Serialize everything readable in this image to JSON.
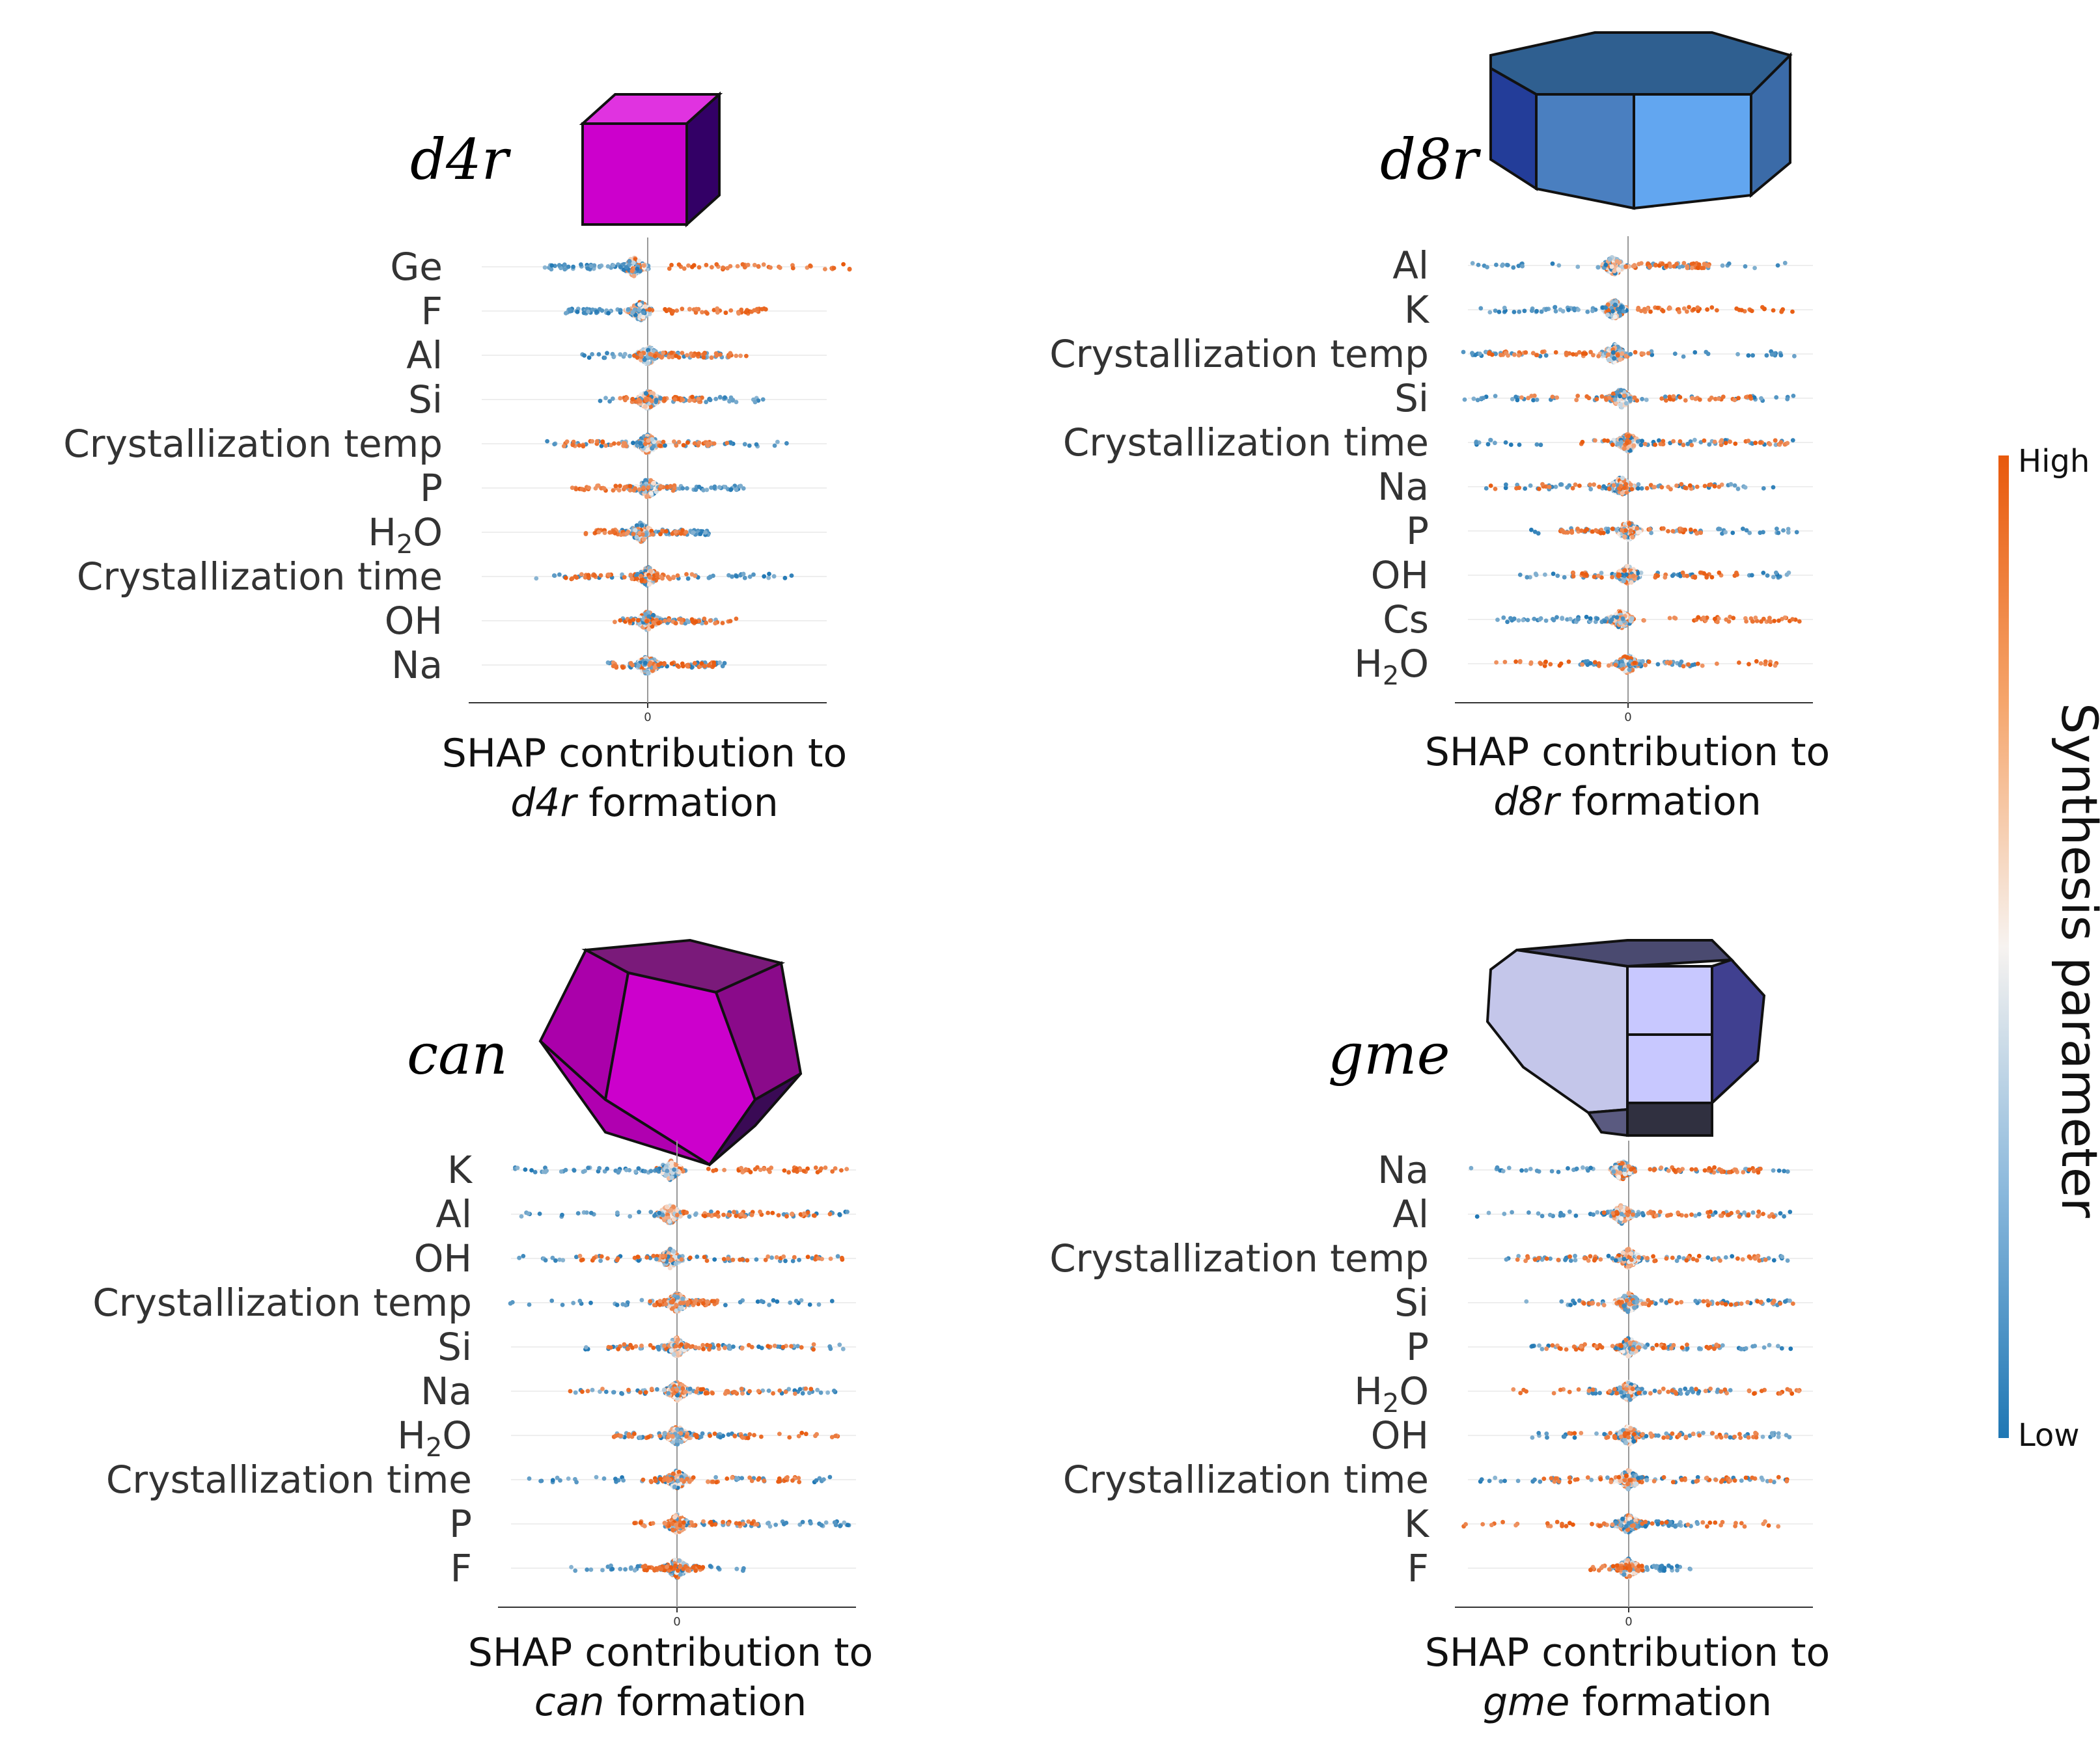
{
  "colorbar": {
    "title": "Synthesis parameter",
    "high_label": "High",
    "low_label": "Low",
    "high_color": "#e8590c",
    "mid_color": "#f7f3f0",
    "low_color": "#1f77b4"
  },
  "chart_data": [
    {
      "type": "scatter",
      "motif": "d4r",
      "shape_icon": "cube-icon",
      "shape_color": "#cc00cc",
      "xlabel_prefix": "SHAP contribution to",
      "xlabel_motif": "d4r",
      "xlabel_suffix": "formation",
      "x_ticks": [
        "0"
      ],
      "features": [
        {
          "name": "Ge",
          "low_range": [
            -1.5,
            0.0
          ],
          "high_range": [
            0.3,
            3.0
          ],
          "center": -0.2
        },
        {
          "name": "F",
          "low_range": [
            -1.2,
            0.0
          ],
          "high_range": [
            0.2,
            1.8
          ],
          "center": -0.1
        },
        {
          "name": "Al",
          "low_range": [
            -1.0,
            1.2
          ],
          "high_range": [
            -0.2,
            1.5
          ],
          "center": 0.0
        },
        {
          "name": "Si",
          "low_range": [
            -0.8,
            1.8
          ],
          "high_range": [
            -0.4,
            0.8
          ],
          "center": 0.0
        },
        {
          "name": "Crystallization temp",
          "low_range": [
            -1.6,
            2.2
          ],
          "high_range": [
            -1.3,
            1.2
          ],
          "center": 0.0
        },
        {
          "name": "P",
          "low_range": [
            -0.3,
            1.5
          ],
          "high_range": [
            -1.1,
            0.4
          ],
          "center": 0.0
        },
        {
          "name": "H2O",
          "low_range": [
            -0.4,
            0.9
          ],
          "high_range": [
            -0.9,
            0.6
          ],
          "center": -0.1
        },
        {
          "name": "Crystallization time",
          "low_range": [
            -1.8,
            2.1
          ],
          "high_range": [
            -1.2,
            0.7
          ],
          "center": 0.0
        },
        {
          "name": "OH",
          "low_range": [
            -0.4,
            1.0
          ],
          "high_range": [
            -0.5,
            1.3
          ],
          "center": 0.0
        },
        {
          "name": "Na",
          "low_range": [
            -0.6,
            1.2
          ],
          "high_range": [
            -0.6,
            1.0
          ],
          "center": 0.0
        }
      ]
    },
    {
      "type": "scatter",
      "motif": "d8r",
      "shape_icon": "octagonal-prism-icon",
      "shape_color": "#3d72b4",
      "xlabel_prefix": "SHAP contribution to",
      "xlabel_motif": "d8r",
      "xlabel_suffix": "formation",
      "x_ticks": [
        "0"
      ],
      "features": [
        {
          "name": "Al",
          "low_range": [
            -2.4,
            2.5
          ],
          "high_range": [
            -0.1,
            1.2
          ],
          "center": -0.2
        },
        {
          "name": "K",
          "low_range": [
            -2.2,
            0.0
          ],
          "high_range": [
            0.1,
            2.5
          ],
          "center": -0.2
        },
        {
          "name": "Crystallization temp",
          "low_range": [
            -2.4,
            2.5
          ],
          "high_range": [
            -2.1,
            0.3
          ],
          "center": -0.2
        },
        {
          "name": "Si",
          "low_range": [
            -2.4,
            2.5
          ],
          "high_range": [
            -1.6,
            1.8
          ],
          "center": -0.1
        },
        {
          "name": "Crystallization time",
          "low_range": [
            -2.4,
            2.5
          ],
          "high_range": [
            -0.8,
            2.5
          ],
          "center": 0.0
        },
        {
          "name": "Na",
          "low_range": [
            -2.3,
            2.4
          ],
          "high_range": [
            -2.0,
            1.5
          ],
          "center": -0.1
        },
        {
          "name": "P",
          "low_range": [
            -1.5,
            2.5
          ],
          "high_range": [
            -1.0,
            1.1
          ],
          "center": 0.0
        },
        {
          "name": "OH",
          "low_range": [
            -1.7,
            2.4
          ],
          "high_range": [
            -0.9,
            1.6
          ],
          "center": 0.0
        },
        {
          "name": "Cs",
          "low_range": [
            -1.9,
            0.0
          ],
          "high_range": [
            0.2,
            2.5
          ],
          "center": -0.1
        },
        {
          "name": "H2O",
          "low_range": [
            -0.7,
            1.0
          ],
          "high_range": [
            -2.0,
            2.5
          ],
          "center": 0.0
        }
      ]
    },
    {
      "type": "scatter",
      "motif": "can",
      "shape_icon": "cancrinite-cage-icon",
      "shape_color": "#cc00cc",
      "xlabel_prefix": "SHAP contribution to",
      "xlabel_motif": "can",
      "xlabel_suffix": "formation",
      "x_ticks": [
        "0"
      ],
      "features": [
        {
          "name": "K",
          "low_range": [
            -2.4,
            0.0
          ],
          "high_range": [
            0.4,
            2.5
          ],
          "center": -0.1
        },
        {
          "name": "Al",
          "low_range": [
            -2.3,
            2.5
          ],
          "high_range": [
            0.0,
            2.4
          ],
          "center": -0.1
        },
        {
          "name": "OH",
          "low_range": [
            -2.3,
            2.4
          ],
          "high_range": [
            -1.5,
            2.4
          ],
          "center": -0.1
        },
        {
          "name": "Crystallization temp",
          "low_range": [
            -2.5,
            2.5
          ],
          "high_range": [
            -0.4,
            0.6
          ],
          "center": 0.0
        },
        {
          "name": "Si",
          "low_range": [
            -1.4,
            2.5
          ],
          "high_range": [
            -1.0,
            2.0
          ],
          "center": 0.0
        },
        {
          "name": "Na",
          "low_range": [
            -1.5,
            2.3
          ],
          "high_range": [
            -1.8,
            2.0
          ],
          "center": 0.0
        },
        {
          "name": "H2O",
          "low_range": [
            -0.9,
            1.0
          ],
          "high_range": [
            -1.1,
            2.4
          ],
          "center": 0.0
        },
        {
          "name": "Crystallization time",
          "low_range": [
            -2.2,
            2.4
          ],
          "high_range": [
            -0.5,
            1.8
          ],
          "center": 0.0
        },
        {
          "name": "P",
          "low_range": [
            -0.6,
            2.5
          ],
          "high_range": [
            -0.7,
            1.2
          ],
          "center": 0.0
        },
        {
          "name": "F",
          "low_range": [
            -1.6,
            1.0
          ],
          "high_range": [
            -0.5,
            0.4
          ],
          "center": 0.0
        }
      ]
    },
    {
      "type": "scatter",
      "motif": "gme",
      "shape_icon": "gmelinite-cage-icon",
      "shape_color": "#b6b9f0",
      "xlabel_prefix": "SHAP contribution to",
      "xlabel_motif": "gme",
      "xlabel_suffix": "formation",
      "x_ticks": [
        "0"
      ],
      "features": [
        {
          "name": "Na",
          "low_range": [
            -2.4,
            2.4
          ],
          "high_range": [
            0.0,
            2.0
          ],
          "center": -0.1
        },
        {
          "name": "Al",
          "low_range": [
            -2.3,
            2.5
          ],
          "high_range": [
            -0.5,
            2.2
          ],
          "center": -0.1
        },
        {
          "name": "Crystallization temp",
          "low_range": [
            -1.8,
            2.5
          ],
          "high_range": [
            -1.7,
            2.0
          ],
          "center": 0.0
        },
        {
          "name": "Si",
          "low_range": [
            -1.5,
            2.4
          ],
          "high_range": [
            -0.7,
            2.4
          ],
          "center": 0.0
        },
        {
          "name": "P",
          "low_range": [
            -1.5,
            2.4
          ],
          "high_range": [
            -1.3,
            1.4
          ],
          "center": 0.0
        },
        {
          "name": "H2O",
          "low_range": [
            -0.6,
            1.5
          ],
          "high_range": [
            -1.7,
            2.5
          ],
          "center": 0.0
        },
        {
          "name": "OH",
          "low_range": [
            -1.4,
            2.4
          ],
          "high_range": [
            -1.0,
            2.0
          ],
          "center": 0.0
        },
        {
          "name": "Crystallization time",
          "low_range": [
            -2.2,
            2.5
          ],
          "high_range": [
            -1.3,
            2.3
          ],
          "center": 0.0
        },
        {
          "name": "K",
          "low_range": [
            -0.4,
            1.0
          ],
          "high_range": [
            -2.4,
            2.2
          ],
          "center": 0.0
        },
        {
          "name": "F",
          "low_range": [
            -0.3,
            0.9
          ],
          "high_range": [
            -0.6,
            0.2
          ],
          "center": 0.0
        }
      ]
    }
  ]
}
